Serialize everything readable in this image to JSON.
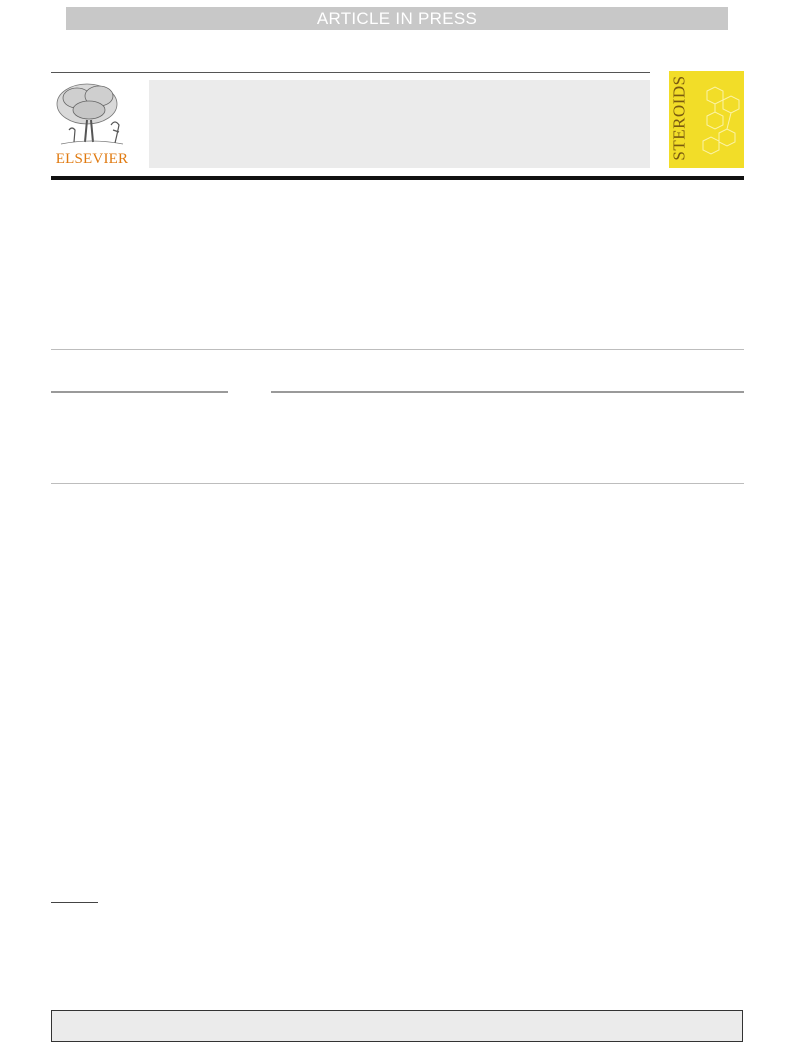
{
  "banner": {
    "text": "ARTICLE IN PRESS"
  },
  "publisher": {
    "name": "ELSEVIER"
  },
  "journal": {
    "cover_title": "STEROIDS"
  },
  "colors": {
    "publisher_orange": "#e07a10",
    "cover_yellow": "#f2dd28",
    "banner_gray": "#c8c8c8"
  }
}
